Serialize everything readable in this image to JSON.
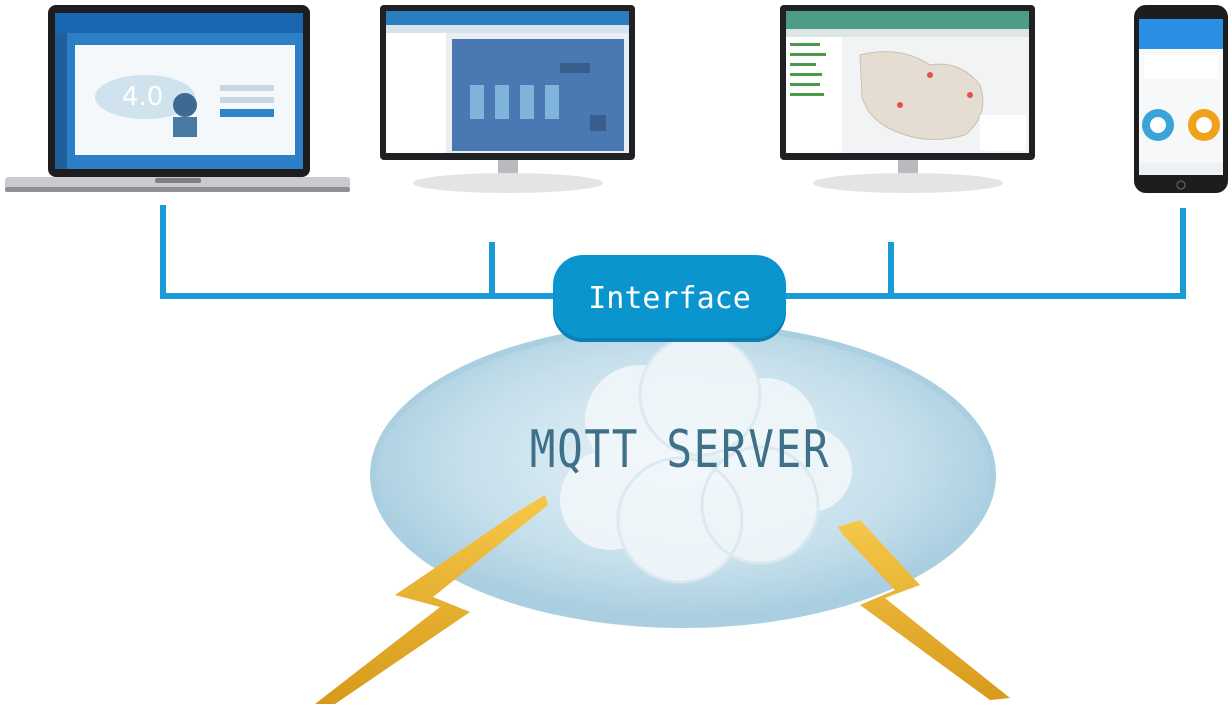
{
  "diagram": {
    "interface_label": "Interface",
    "server_label": "MQTT SERVER"
  },
  "devices": [
    {
      "name": "laptop",
      "screen_badge": "4.0"
    },
    {
      "name": "monitor-process"
    },
    {
      "name": "monitor-map"
    },
    {
      "name": "mobile-phone"
    }
  ],
  "colors": {
    "bus_line": "#1a9ad6",
    "interface_fill": "#0b95cf",
    "cloud_fill": "#bcd9e6",
    "server_text": "#3e7188",
    "lightning": "#e7ae27"
  }
}
